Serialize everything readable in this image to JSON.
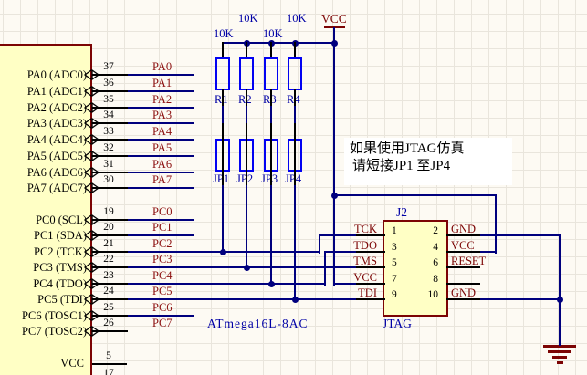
{
  "sheet": {
    "note_line1": "如果使用JTAG仿真",
    "note_line2": "请短接JP1 至JP4"
  },
  "power": {
    "vcc_label": "VCC"
  },
  "ic": {
    "part_number": "ATmega16L-8AC",
    "port_a_pins": [
      {
        "label": "PA0 (ADC0)",
        "pin": "37",
        "net": "PA0"
      },
      {
        "label": "PA1 (ADC1)",
        "pin": "36",
        "net": "PA1"
      },
      {
        "label": "PA2 (ADC2)",
        "pin": "35",
        "net": "PA2"
      },
      {
        "label": "PA3 (ADC3)",
        "pin": "34",
        "net": "PA3"
      },
      {
        "label": "PA4 (ADC4)",
        "pin": "33",
        "net": "PA4"
      },
      {
        "label": "PA5 (ADC5)",
        "pin": "32",
        "net": "PA5"
      },
      {
        "label": "PA6 (ADC6)",
        "pin": "31",
        "net": "PA6"
      },
      {
        "label": "PA7 (ADC7)",
        "pin": "30",
        "net": "PA7"
      }
    ],
    "port_c_pins": [
      {
        "label": "PC0 (SCL)",
        "pin": "19",
        "net": "PC0"
      },
      {
        "label": "PC1 (SDA)",
        "pin": "20",
        "net": "PC1"
      },
      {
        "label": "PC2 (TCK)",
        "pin": "21",
        "net": "PC2"
      },
      {
        "label": "PC3 (TMS)",
        "pin": "22",
        "net": "PC3"
      },
      {
        "label": "PC4 (TDO)",
        "pin": "23",
        "net": "PC4"
      },
      {
        "label": "PC5 (TDI)",
        "pin": "24",
        "net": "PC5"
      },
      {
        "label": "PC6 (TOSC1)",
        "pin": "25",
        "net": "PC6"
      },
      {
        "label": "PC7 (TOSC2)",
        "pin": "26",
        "net": "PC7"
      }
    ],
    "power_pins": [
      {
        "label": "VCC",
        "pin": "5"
      },
      {
        "label": "",
        "pin": "17"
      }
    ]
  },
  "resistors": [
    {
      "designator": "R1",
      "value": "10K"
    },
    {
      "designator": "R2",
      "value": "10K"
    },
    {
      "designator": "R3",
      "value": "10K"
    },
    {
      "designator": "R4",
      "value": "10K"
    }
  ],
  "jumpers": [
    {
      "designator": "JP1"
    },
    {
      "designator": "JP2"
    },
    {
      "designator": "JP3"
    },
    {
      "designator": "JP4"
    }
  ],
  "connector": {
    "designator": "J2",
    "footprint_label": "JTAG",
    "rows": [
      {
        "left_net": "TCK",
        "left_pin": "1",
        "right_pin": "2",
        "right_net": "GND"
      },
      {
        "left_net": "TDO",
        "left_pin": "3",
        "right_pin": "4",
        "right_net": "VCC"
      },
      {
        "left_net": "TMS",
        "left_pin": "5",
        "right_pin": "6",
        "right_net": "RESET"
      },
      {
        "left_net": "VCC",
        "left_pin": "7",
        "right_pin": "8",
        "right_net": ""
      },
      {
        "left_net": "TDI",
        "left_pin": "9",
        "right_pin": "10",
        "right_net": "GND"
      }
    ]
  },
  "colors": {
    "wire": "#00007e",
    "component_outline": "#0202f2",
    "blue_text": "#0000a6",
    "maroon": "#7c0404",
    "net_label": "#8c1010",
    "ic_fill": "#ffffc5",
    "background": "#fdfaf3"
  }
}
